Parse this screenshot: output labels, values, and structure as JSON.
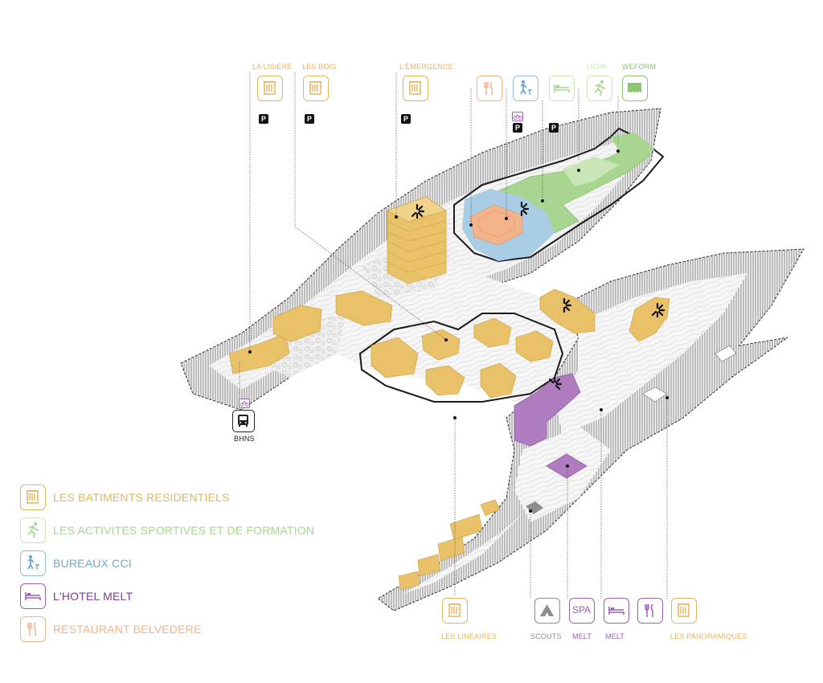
{
  "colors": {
    "residential": "#e8c169",
    "residential_border": "#e3b65c",
    "sport": "#a8d58f",
    "sport_light": "#c8e6b6",
    "office": "#a9cde4",
    "hotel": "#b07cc0",
    "restaurant": "#f3b48c",
    "hatch": "#2b2b2b"
  },
  "top_labels": {
    "la_lisiere": "LA LISIERE",
    "les_bois": "LES BOIS",
    "emergence": "L'EMERGENCE",
    "ucpa": "UCPA",
    "weform": "WEFORM"
  },
  "parking_label": "P",
  "transport": {
    "bhns": "BHNS"
  },
  "bottom_labels": {
    "lineaires": "LES LINEAIRES",
    "scouts": "SCOUTS",
    "melt_spa": "MELT",
    "melt_hotel": "MELT",
    "panoramiques": "LES PANORAMIQUES",
    "spa_icon_text": "SPA"
  },
  "legend": [
    {
      "label": "LES BATIMENTS RESIDENTIELS",
      "icon": "building-icon",
      "color": "#e3b65c"
    },
    {
      "label": "LES ACTIVITES SPORTIVES ET DE FORMATION",
      "icon": "runner-icon",
      "color": "#a8d58f"
    },
    {
      "label": "BUREAUX CCI",
      "icon": "teacher-icon",
      "color": "#8fbfdd"
    },
    {
      "label": "L'HOTEL MELT",
      "icon": "bed-icon",
      "color": "#9b5fb0"
    },
    {
      "label": "RESTAURANT BELVEDERE",
      "icon": "cutlery-icon",
      "color": "#f3b48c"
    }
  ]
}
